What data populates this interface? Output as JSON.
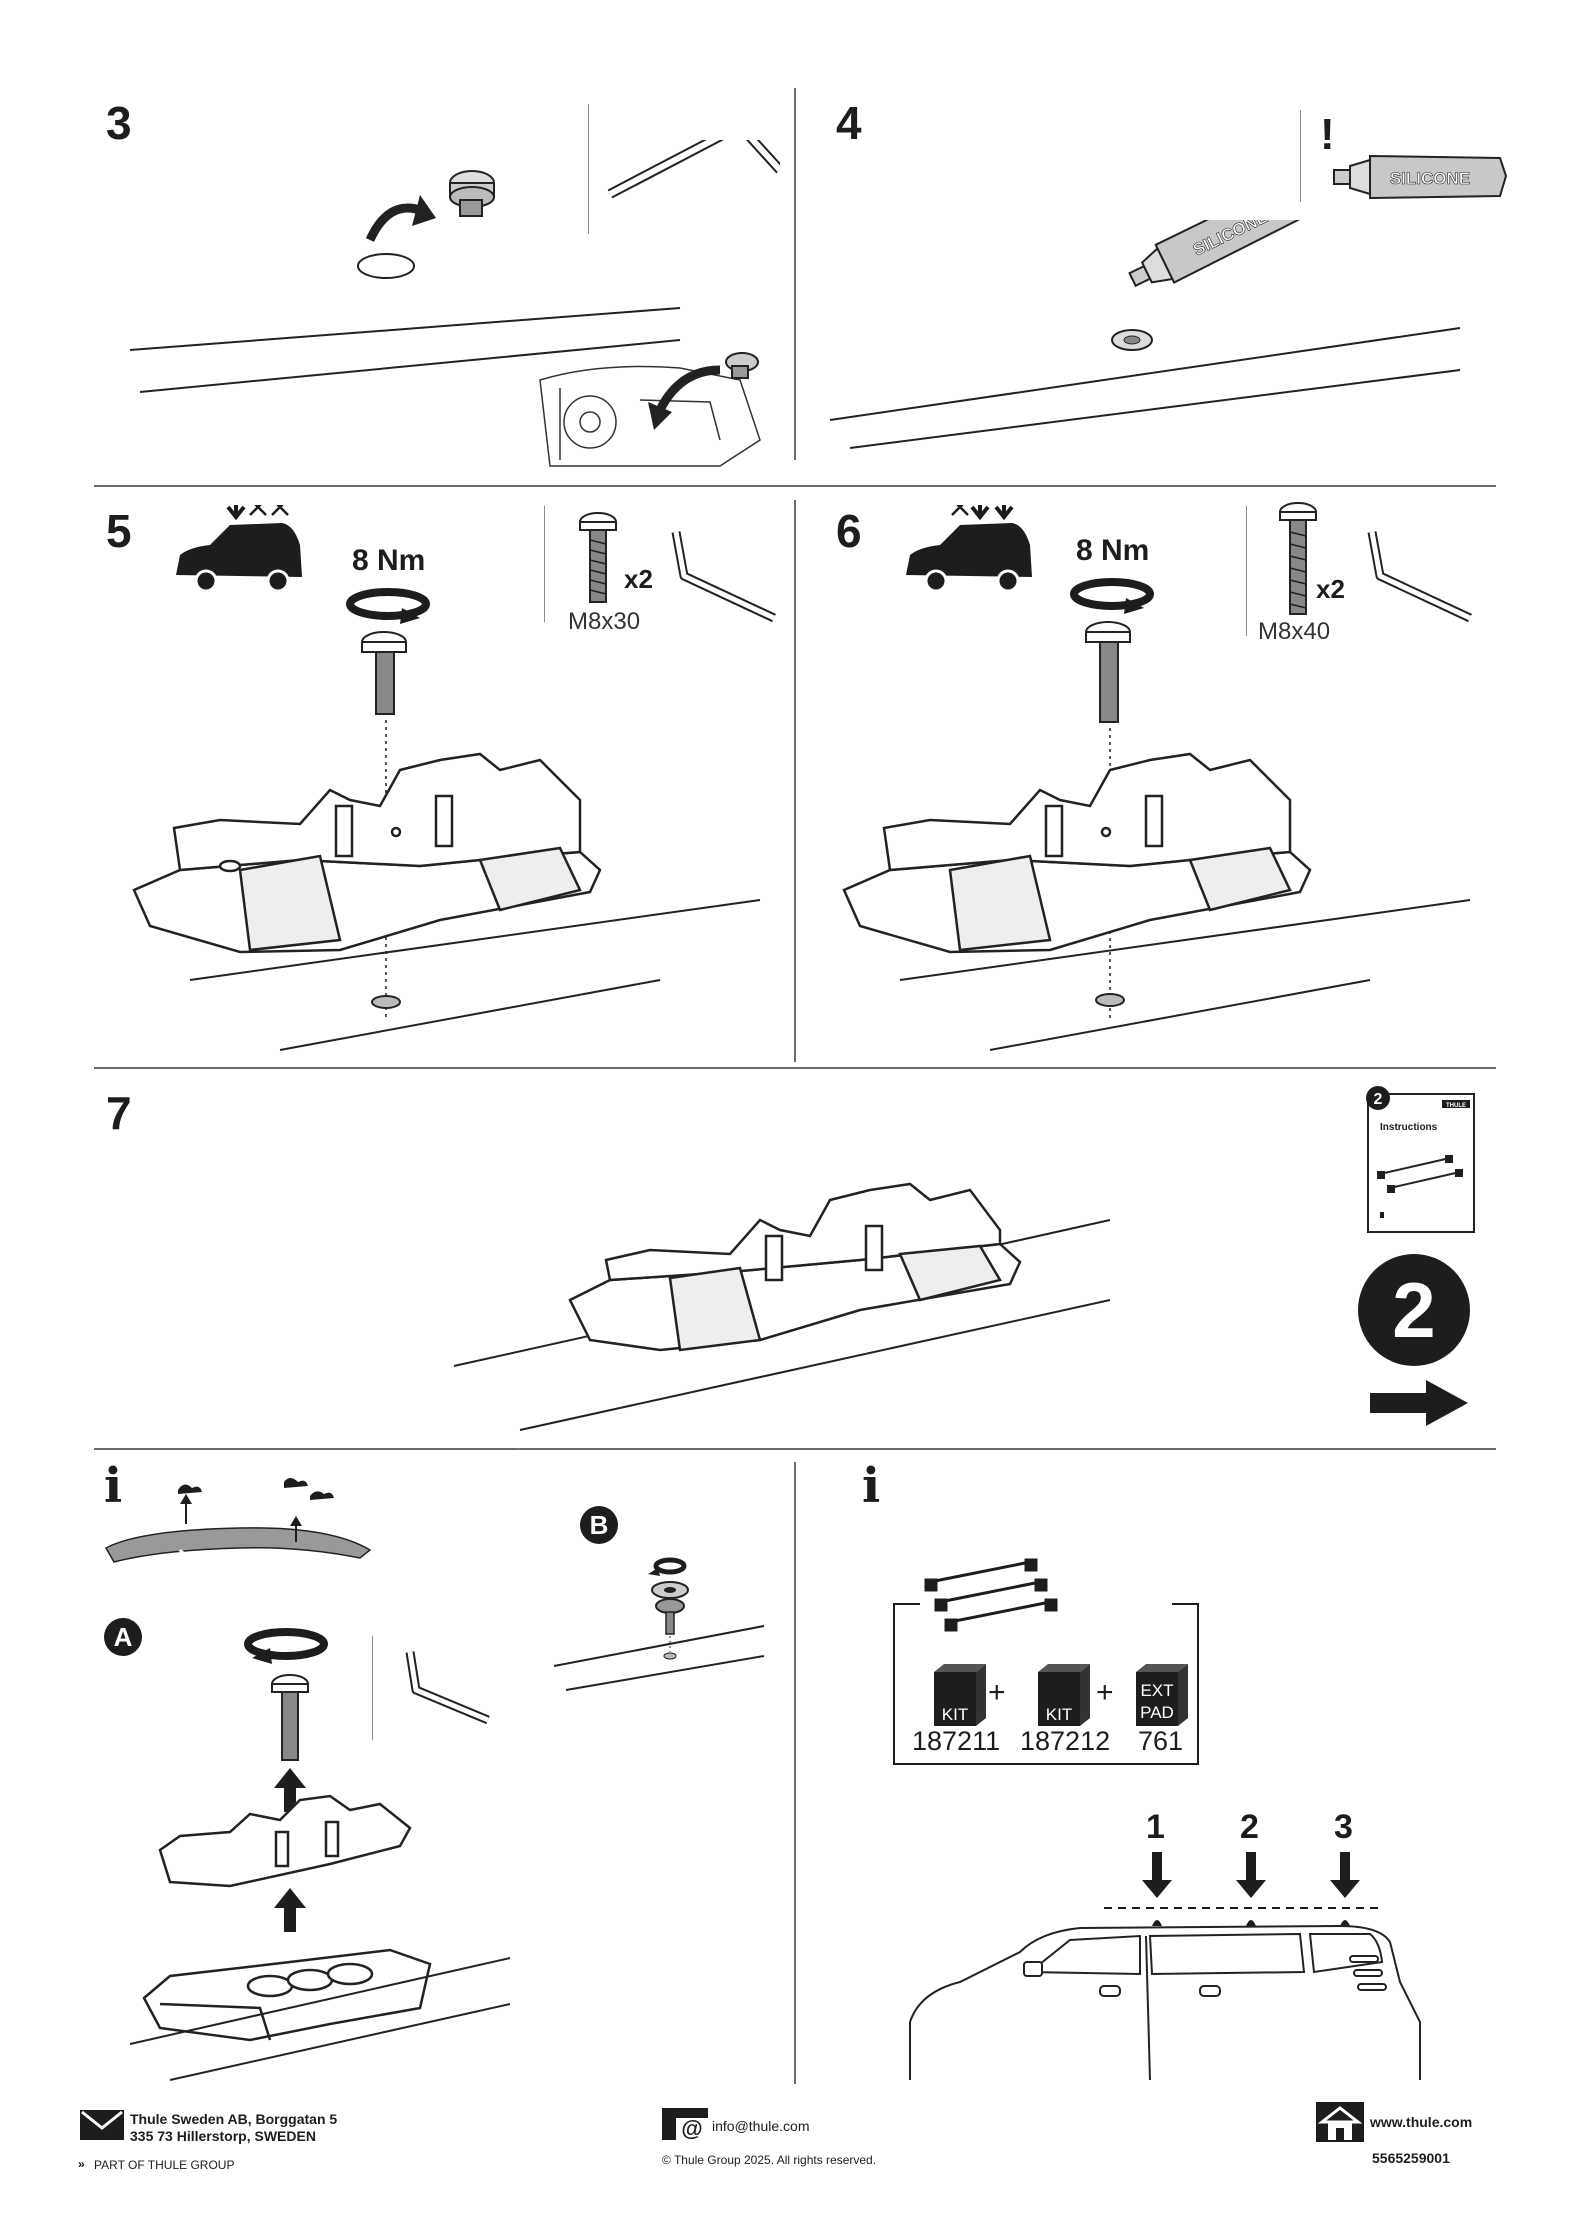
{
  "steps": {
    "s3": "3",
    "s4": "4",
    "s5": "5",
    "s6": "6",
    "s7": "7"
  },
  "step4": {
    "warning": "!",
    "tube_label": "SILICONE",
    "tube_label_2": "SILICONE"
  },
  "step5": {
    "torque": "8 Nm",
    "qty": "x2",
    "bolt": "M8x30"
  },
  "step6": {
    "torque": "8 Nm",
    "qty": "x2",
    "bolt": "M8x40"
  },
  "step7": {
    "booklet_number": "2",
    "booklet_title": "Instructions",
    "booklet_logo": "THULE",
    "next_number": "2"
  },
  "info_left": {
    "info_icon": "i",
    "badge_a": "A",
    "badge_b": "B"
  },
  "info_right": {
    "info_icon": "i",
    "kits": [
      {
        "top": "KIT",
        "number": "187211"
      },
      {
        "top": "KIT",
        "number": "187212"
      },
      {
        "top": "EXT PAD",
        "top1": "EXT",
        "top2": "PAD",
        "number": "761"
      }
    ],
    "plus": "+",
    "positions": [
      "1",
      "2",
      "3"
    ]
  },
  "footer": {
    "company": "Thule Sweden AB, Borggatan 5",
    "address": "335 73 Hillerstorp, SWEDEN",
    "group": "PART OF THULE GROUP",
    "email": "info@thule.com",
    "copyright": "© Thule Group 2025. All rights reserved.",
    "website": "www.thule.com",
    "doc_number": "5565259001"
  },
  "icons": [
    "hex-key-icon",
    "silicone-tube-icon",
    "car-icon",
    "rotate-arrow-icon",
    "bolt-icon",
    "info-icon",
    "arrow-right-icon",
    "mail-icon",
    "at-icon",
    "home-icon"
  ]
}
